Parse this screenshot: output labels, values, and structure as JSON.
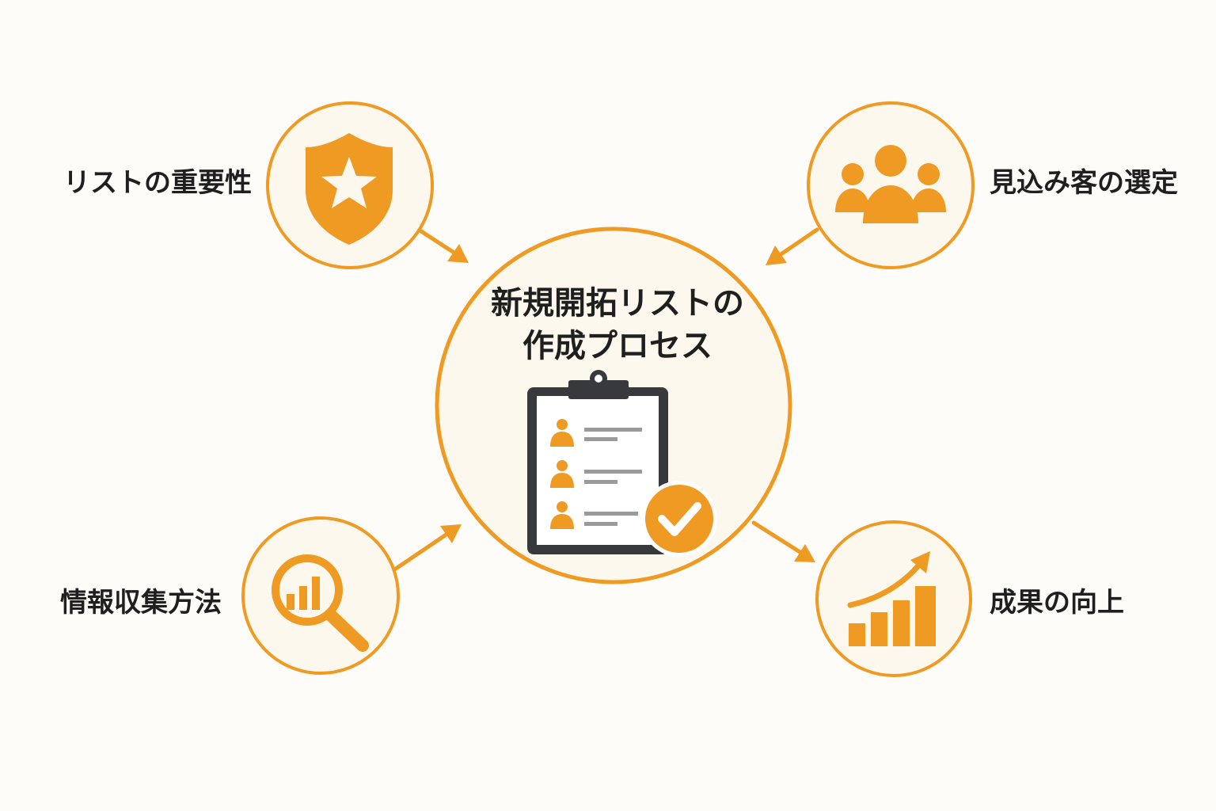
{
  "center": {
    "title_line1": "新規開拓リストの",
    "title_line2": "作成プロセス",
    "icon": "clipboard-checklist-icon"
  },
  "nodes": [
    {
      "label": "リストの重要性",
      "icon": "shield-star-icon"
    },
    {
      "label": "見込み客の選定",
      "icon": "people-group-icon"
    },
    {
      "label": "情報収集方法",
      "icon": "magnifier-chart-icon"
    },
    {
      "label": "成果の向上",
      "icon": "growth-chart-icon"
    }
  ],
  "colors": {
    "accent": "#ef9a22",
    "dark": "#37393d",
    "background": "#fdfcf9",
    "circle_fill": "#fdf8ee"
  }
}
